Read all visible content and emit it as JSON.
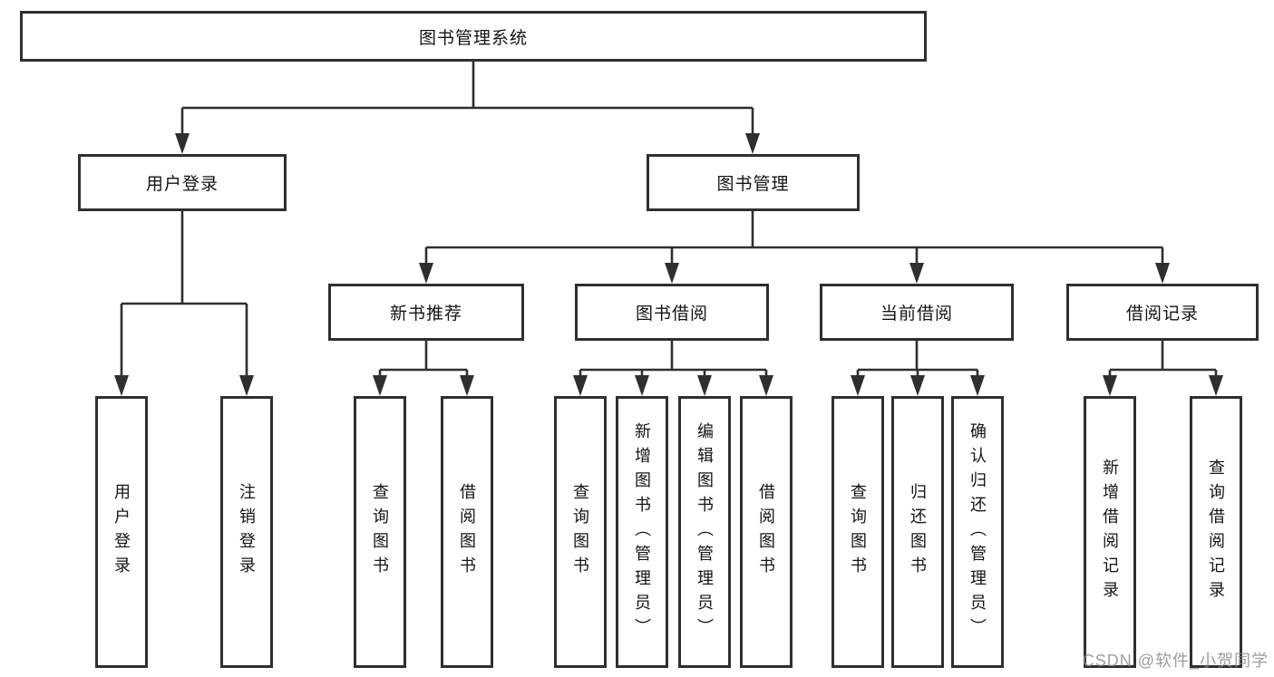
{
  "diagram_type": "functional-structure-tree",
  "colors": {
    "line": "#2f2f2f",
    "box_border": "#2f2f2f",
    "box_background": "#ffffff",
    "text": "#141414",
    "watermark": "#8c8c8c"
  },
  "tree": {
    "label": "图书管理系统",
    "children": [
      {
        "label": "用户登录",
        "children": [
          {
            "label": "用户登录"
          },
          {
            "label": "注销登录"
          }
        ]
      },
      {
        "label": "图书管理",
        "children": [
          {
            "label": "新书推荐",
            "children": [
              {
                "label": "查询图书"
              },
              {
                "label": "借阅图书"
              }
            ]
          },
          {
            "label": "图书借阅",
            "children": [
              {
                "label": "查询图书"
              },
              {
                "label": "新增图书（管理员）"
              },
              {
                "label": "编辑图书（管理员）"
              },
              {
                "label": "借阅图书"
              }
            ]
          },
          {
            "label": "当前借阅",
            "children": [
              {
                "label": "查询图书"
              },
              {
                "label": "归还图书"
              },
              {
                "label": "确认归还（管理员）"
              }
            ]
          },
          {
            "label": "借阅记录",
            "children": [
              {
                "label": "新增借阅记录"
              },
              {
                "label": "查询借阅记录"
              }
            ]
          }
        ]
      }
    ]
  },
  "watermark": {
    "text": "CSDN @软件_小贺同学"
  }
}
